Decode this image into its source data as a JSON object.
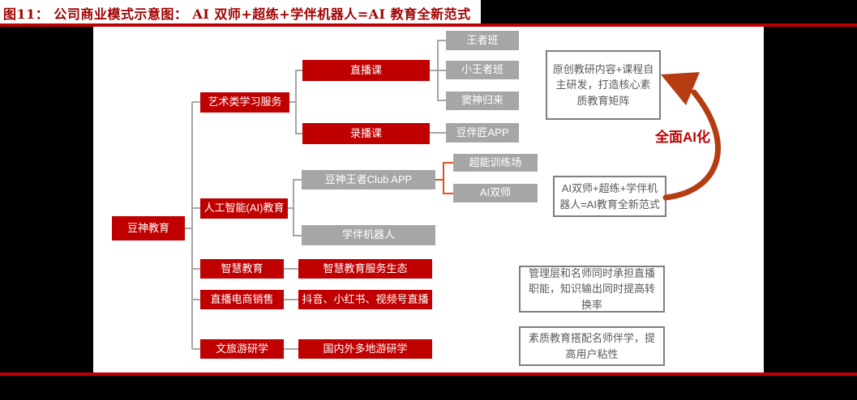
{
  "title": "图11：  公司商业模式示意图： AI 双师+超练+学伴机器人=AI 教育全新范式",
  "colors": {
    "node_red": "#c00000",
    "node_gray": "#a6a6a6",
    "title_red": "#a00000",
    "rule_red": "#c00000",
    "orange_connector": "#dd5226",
    "arrow": "#b43c10",
    "outline_box_border": "#7f7f7f",
    "outline_box_text": "#595959"
  },
  "nodes": {
    "root": {
      "label": "豆神教育"
    },
    "art_service": {
      "label": "艺术类学习服务"
    },
    "live_course": {
      "label": "直播课"
    },
    "wangzhe_class": {
      "label": "王者班"
    },
    "xiao_wangzhe_class": {
      "label": "小王者班"
    },
    "doushen_guilai": {
      "label": "窦神归来"
    },
    "recorded_course": {
      "label": "录播课"
    },
    "doubanjiang_app": {
      "label": "豆伴匠APP"
    },
    "ai_education": {
      "label": "人工智能(AI)教育"
    },
    "club_app": {
      "label": "豆神王者Club APP"
    },
    "super_training": {
      "label": "超能训练场"
    },
    "ai_dual_teacher": {
      "label": "AI双师"
    },
    "companion_robot": {
      "label": "学伴机器人"
    },
    "smart_education": {
      "label": "智慧教育"
    },
    "smart_eco": {
      "label": "智慧教育服务生态"
    },
    "ecommerce": {
      "label": "直播电商销售"
    },
    "ecommerce_channels": {
      "label": "抖音、小红书、视频号直播"
    },
    "travel_study": {
      "label": "文旅游研学"
    },
    "travel_detail": {
      "label": "国内外多地游研学"
    }
  },
  "annotations": {
    "note_content_matrix": "原创教研内容+课程自主研发，打造核心素质教育矩阵",
    "ai_label": "全面AI化",
    "note_new_paradigm": "AI双师+超练+学伴机器人=AI教育全新范式",
    "note_livestream": "管理层和名师同时承担直播职能，知识输出同时提高转换率",
    "note_stickiness": "素质教育搭配名师伴学，提高用户粘性"
  }
}
